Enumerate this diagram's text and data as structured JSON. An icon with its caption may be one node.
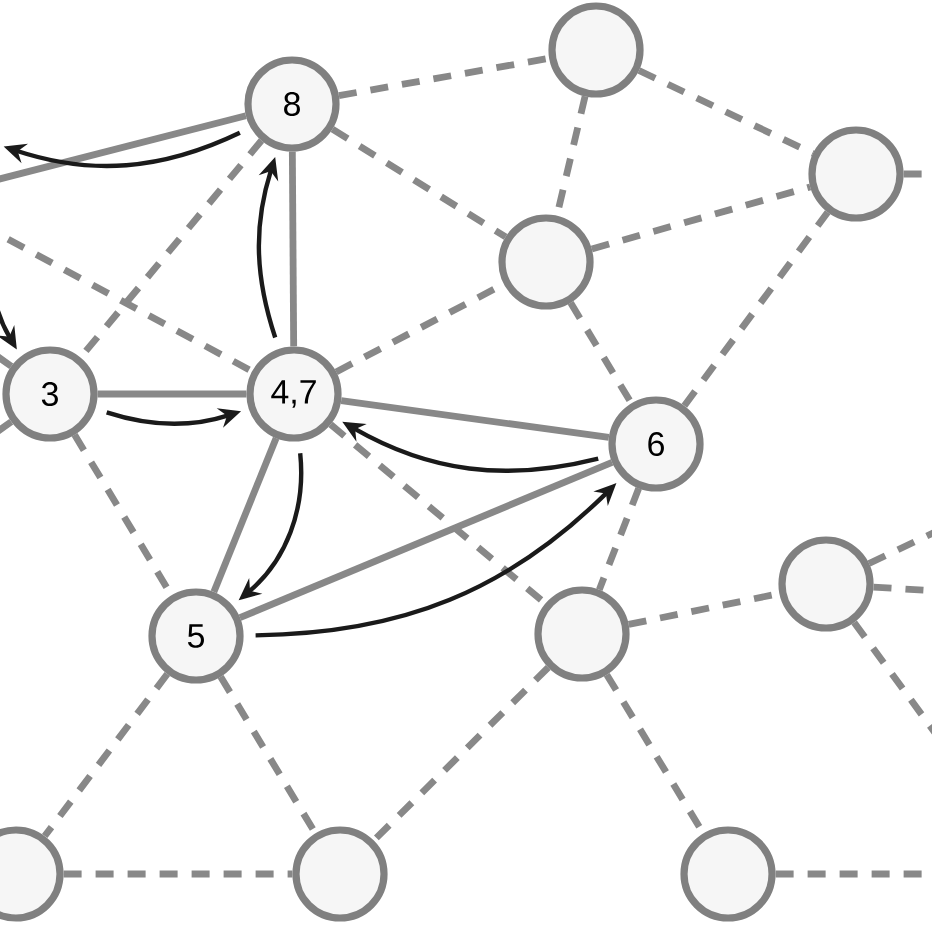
{
  "diagram": {
    "nodes": [
      {
        "text": [
          "8"
        ]
      },
      {
        "text": [
          "3"
        ]
      },
      {
        "text": [
          "4,7"
        ]
      },
      {
        "text": [
          "6"
        ]
      },
      {
        "text": [
          "5"
        ]
      },
      {
        "text": [],
        "shape": "circle"
      },
      {
        "text": [],
        "shape": "circle"
      },
      {
        "text": [],
        "shape": "circle"
      },
      {
        "text": [],
        "shape": "circle"
      },
      {
        "text": [],
        "shape": "circle"
      },
      {
        "text": [],
        "shape": "circle"
      },
      {
        "text": [],
        "shape": "circle"
      },
      {
        "text": [],
        "shape": "circle"
      }
    ],
    "edges": [
      {
        "from": 0,
        "to": 2,
        "arrow": "none"
      },
      {
        "from": 1,
        "to": 2,
        "arrow": "none"
      },
      {
        "from": 2,
        "to": 3,
        "arrow": "none"
      },
      {
        "from": 2,
        "to": 4,
        "arrow": "none"
      },
      {
        "from": 4,
        "to": 3,
        "arrow": "none"
      },
      {
        "from": 0,
        "to": null,
        "arrow": "none"
      },
      {
        "from": 0,
        "to": 5,
        "arrow": "none",
        "style": "dashed"
      },
      {
        "from": 0,
        "to": 7,
        "arrow": "none",
        "style": "dashed"
      },
      {
        "from": 0,
        "to": 1,
        "arrow": "none",
        "style": "dashed"
      },
      {
        "from": 2,
        "to": 7,
        "arrow": "none",
        "style": "dashed"
      },
      {
        "from": 2,
        "to": 8,
        "arrow": "none",
        "style": "dashed"
      },
      {
        "from": 1,
        "to": 4,
        "arrow": "none",
        "style": "dashed"
      },
      {
        "from": 4,
        "to": 10,
        "arrow": "none",
        "style": "dashed"
      },
      {
        "from": 4,
        "to": 11,
        "arrow": "none",
        "style": "dashed"
      },
      {
        "from": 5,
        "to": 7,
        "arrow": "none",
        "style": "dashed"
      },
      {
        "from": 5,
        "to": 6,
        "arrow": "none",
        "style": "dashed"
      },
      {
        "from": 7,
        "to": 6,
        "arrow": "none",
        "style": "dashed"
      },
      {
        "from": 7,
        "to": 3,
        "arrow": "none",
        "style": "dashed"
      },
      {
        "from": 3,
        "to": 6,
        "arrow": "none",
        "style": "dashed"
      },
      {
        "from": 3,
        "to": 8,
        "arrow": "none",
        "style": "dashed"
      },
      {
        "from": 8,
        "to": 9,
        "arrow": "none",
        "style": "dashed"
      },
      {
        "from": 8,
        "to": 11,
        "arrow": "none",
        "style": "dashed"
      },
      {
        "from": 8,
        "to": 12,
        "arrow": "none",
        "style": "dashed"
      },
      {
        "from": 10,
        "to": 11,
        "arrow": "none",
        "style": "dashed"
      },
      {
        "from": null,
        "to": 2,
        "arrow": "none",
        "style": "dashed"
      },
      {
        "from": 12,
        "to": null,
        "arrow": "none",
        "style": "dashed"
      },
      {
        "from": 9,
        "to": null,
        "arrow": "none",
        "style": "dashed"
      },
      {
        "from": 9,
        "to": null,
        "arrow": "none",
        "style": "dashed"
      },
      {
        "from": 9,
        "to": null,
        "arrow": "none",
        "style": "dashed"
      },
      {
        "from": 6,
        "to": null,
        "arrow": "none",
        "style": "dashed"
      },
      {
        "from": 1,
        "to": null,
        "arrow": "none",
        "style": "dashed"
      },
      {
        "from": 1,
        "to": null,
        "arrow": "none",
        "style": "dashed"
      },
      {
        "from": 0,
        "to": null,
        "arrow": "to",
        "color": "#1a1a1a"
      },
      {
        "from": null,
        "to": 1,
        "arrow": "to",
        "color": "#1a1a1a"
      },
      {
        "from": 1,
        "to": 2,
        "arrow": "to",
        "color": "#1a1a1a"
      },
      {
        "from": 2,
        "to": 0,
        "arrow": "to",
        "color": "#1a1a1a"
      },
      {
        "from": 3,
        "to": 2,
        "arrow": "to",
        "color": "#1a1a1a"
      },
      {
        "from": 2,
        "to": 4,
        "arrow": "to",
        "color": "#1a1a1a"
      },
      {
        "from": 4,
        "to": 3,
        "arrow": "to",
        "color": "#1a1a1a"
      }
    ]
  }
}
